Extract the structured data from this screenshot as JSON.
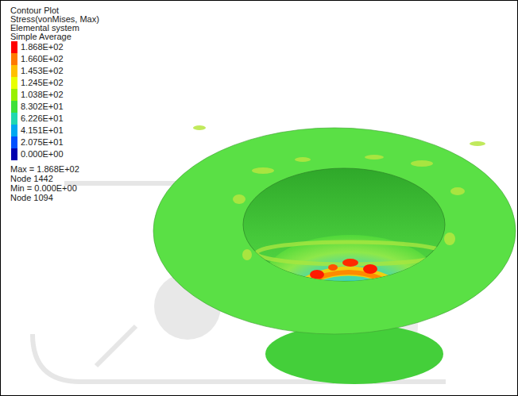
{
  "diagram": {
    "title": "Contour Plot",
    "labels": [
      "Stress(vonMises, Max)",
      "Elemental system",
      "Simple Average",
      "Max = 1.868E+02",
      "Node 1442",
      "Min = 0.000E+00",
      "Node 1094"
    ],
    "legend": [
      {
        "text": "1.868E+02",
        "color": "#ff0000"
      },
      {
        "text": "1.660E+02",
        "color": "#ff7a00"
      },
      {
        "text": "1.453E+02",
        "color": "#ffc000"
      },
      {
        "text": "1.245E+02",
        "color": "#e8ff00"
      },
      {
        "text": "1.038E+02",
        "color": "#98f000"
      },
      {
        "text": "8.302E+01",
        "color": "#3ee03a"
      },
      {
        "text": "6.226E+01",
        "color": "#20d8b0"
      },
      {
        "text": "4.151E+01",
        "color": "#00a8f0"
      },
      {
        "text": "2.075E+01",
        "color": "#0050ff"
      },
      {
        "text": "0.000E+00",
        "color": "#0000b0"
      }
    ]
  }
}
